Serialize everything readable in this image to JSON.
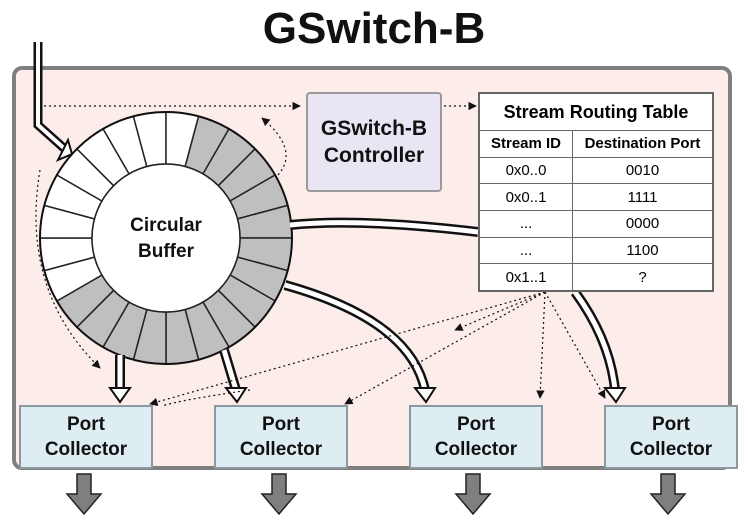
{
  "title": "GSwitch-B",
  "controller": {
    "line1": "GSwitch-B",
    "line2": "Controller"
  },
  "buffer": {
    "line1": "Circular",
    "line2": "Buffer"
  },
  "routing_table": {
    "caption": "Stream Routing Table",
    "headers": [
      "Stream ID",
      "Destination Port"
    ],
    "rows": [
      [
        "0x0..0",
        "0010"
      ],
      [
        "0x0..1",
        "1111"
      ],
      [
        "...",
        "0000"
      ],
      [
        "...",
        "1100"
      ],
      [
        "0x1..1",
        "?"
      ]
    ]
  },
  "port_collectors": [
    {
      "line1": "Port",
      "line2": "Collector"
    },
    {
      "line1": "Port",
      "line2": "Collector"
    },
    {
      "line1": "Port",
      "line2": "Collector"
    },
    {
      "line1": "Port",
      "line2": "Collector"
    }
  ],
  "colors": {
    "panel_bg": "#fcecea",
    "controller_bg": "#e9e5f2",
    "collector_bg": "#deedf2",
    "slot_filled": "#bfbfbf",
    "slot_empty": "#ffffff",
    "output_arrow": "#7f7f7f"
  },
  "buffer_slots": {
    "total": 24,
    "filled_from": 3,
    "filled_to": 17
  }
}
